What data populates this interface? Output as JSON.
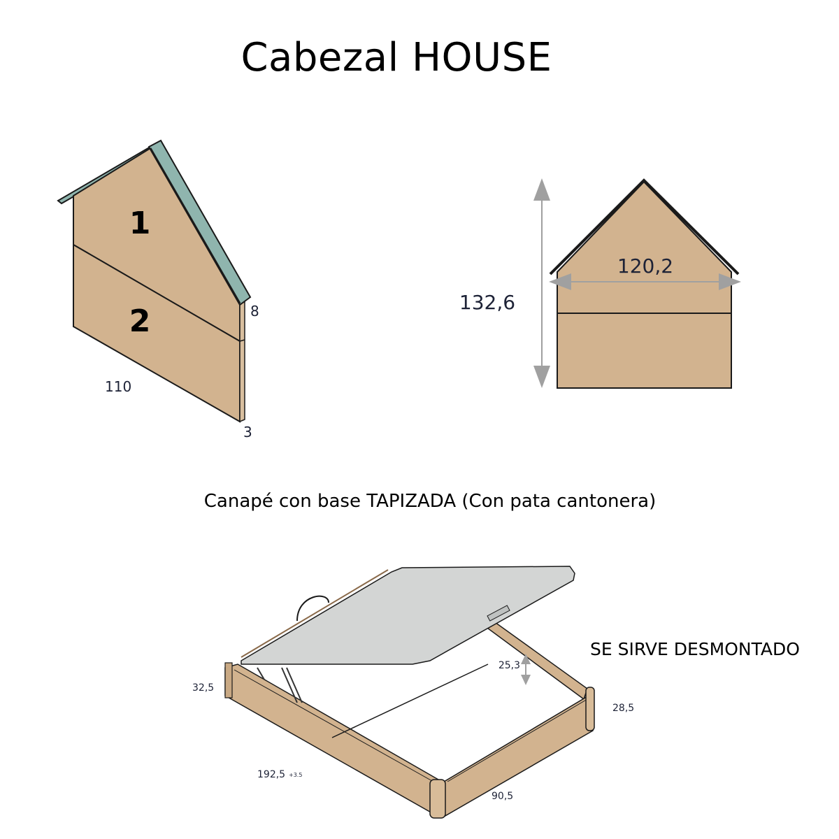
{
  "title": "Cabezal HOUSE",
  "headboard_iso": {
    "panel_labels": [
      "1",
      "2"
    ],
    "dim_width": "110",
    "dim_roof_thickness": "8",
    "dim_thickness": "3"
  },
  "headboard_front": {
    "dim_height": "132,6",
    "dim_width": "120,2"
  },
  "canape": {
    "subtitle": "Canapé con base TAPIZADA (Con pata cantonera)",
    "note": "SE SIRVE DESMONTADO",
    "dim_total_height": "32,5",
    "dim_length": "192,5",
    "dim_length_suffix": "+3.5",
    "dim_width": "90,5",
    "dim_frame_height": "28,5",
    "dim_inner_depth": "25,3"
  },
  "colors": {
    "wood": "#d2b38f",
    "roof": "#8fb5ae",
    "lid": "#d3d5d4",
    "arrow": "#a0a0a0",
    "outline": "#1a1a1a"
  }
}
